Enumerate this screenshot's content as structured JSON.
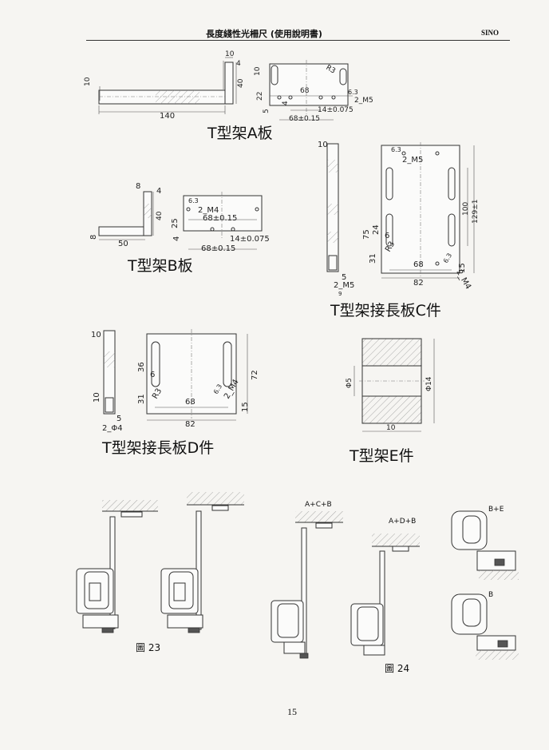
{
  "header": {
    "title": "長度綫性光柵尺 (使用說明書)",
    "brand": "SINO"
  },
  "captions": {
    "a": "T型架A板",
    "b": "T型架B板",
    "c": "T型架接長板C件",
    "d": "T型架接長板D件",
    "e": "T型架E件"
  },
  "dims": {
    "a": {
      "d10v": "10",
      "d140": "140",
      "d10t": "10",
      "d4": "4",
      "d40": "40",
      "d10r": "10",
      "dR3": "R3",
      "d68": "68",
      "d22": "22",
      "d5": "5",
      "d4b": "4",
      "d63": "6.3",
      "dM5": "2_M5",
      "d14": "14±0.075",
      "d68b": "68±0.15"
    },
    "b": {
      "d8": "8",
      "d4": "4",
      "d40": "40",
      "d8v": "8",
      "d50": "50",
      "d63": "6.3",
      "dM4": "2_M4",
      "d68": "68±0.15",
      "d25": "25",
      "d4b": "4",
      "d14": "14±0.075",
      "d68b": "68±0.15"
    },
    "c": {
      "d10": "10",
      "d5": "5",
      "dM5b": "2_M5",
      "d9": "9",
      "d63": "6.3",
      "dM5": "2_M5",
      "d75": "75",
      "d24": "24",
      "d6": "6",
      "d31": "31",
      "dR3": "R3",
      "d68": "68",
      "d82": "82",
      "d100": "100",
      "d129": "129±1",
      "d15": "15",
      "d63b": "6.3",
      "dM4": "2_M4"
    },
    "d": {
      "d10": "10",
      "d10v": "10",
      "d5": "5",
      "dPhi4": "2_Φ4",
      "d36": "36",
      "d6": "6",
      "d31": "31",
      "dR3": "R3",
      "d68": "68",
      "d82": "82",
      "d63": "6.3",
      "dM4": "2_M4",
      "d15": "15",
      "d72": "72"
    },
    "e": {
      "dPhi5": "Φ5",
      "dPhi14": "Φ14",
      "d10": "10"
    }
  },
  "figures": {
    "fig23": "圖 23",
    "fig24": "圖 24",
    "acb": "A+C+B",
    "adb": "A+D+B",
    "be": "B+E",
    "b": "B"
  },
  "page_number": "15"
}
